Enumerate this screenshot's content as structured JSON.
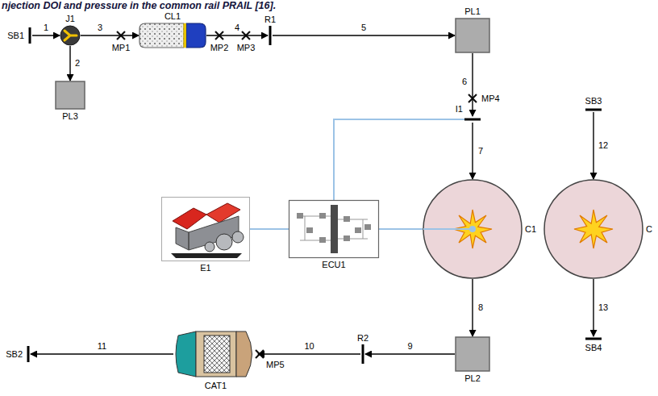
{
  "diagram": {
    "caption": "njection DOI and pressure in the common rail PRAIL [16].",
    "nodes": [
      {
        "text": [
          "SB1"
        ]
      },
      {
        "text": [
          "J1"
        ]
      },
      {
        "text": [
          "PL3"
        ]
      },
      {
        "text": [
          "CL1"
        ]
      },
      {
        "text": [
          "R1"
        ]
      },
      {
        "text": [
          "PL1"
        ]
      },
      {
        "text": [
          "I1"
        ]
      },
      {
        "text": [
          "C1"
        ]
      },
      {
        "text": [
          "C"
        ]
      },
      {
        "text": [
          "SB3"
        ]
      },
      {
        "text": [
          "SB4"
        ]
      },
      {
        "text": [
          "E1"
        ]
      },
      {
        "text": [
          "ECU1"
        ]
      },
      {
        "text": [
          "PL2"
        ]
      },
      {
        "text": [
          "R2"
        ]
      },
      {
        "text": [
          "CAT1"
        ]
      },
      {
        "text": [
          "SB2"
        ]
      }
    ],
    "edges": [
      {
        "from": 0,
        "to": 1,
        "label": "1",
        "arrow": "to"
      },
      {
        "from": 1,
        "to": 2,
        "label": "2",
        "arrow": "to"
      },
      {
        "from": 1,
        "to": 3,
        "label": "3",
        "arrow": "to"
      },
      {
        "from": 3,
        "to": 4,
        "label": "4",
        "arrow": "to"
      },
      {
        "from": 4,
        "to": 5,
        "label": "5",
        "arrow": "to"
      },
      {
        "from": 5,
        "to": 6,
        "label": "6",
        "arrow": "to"
      },
      {
        "from": 6,
        "to": 7,
        "label": "7",
        "arrow": "to"
      },
      {
        "from": 7,
        "to": 13,
        "label": "8",
        "arrow": "to"
      },
      {
        "from": 13,
        "to": 14,
        "label": "9",
        "arrow": "to"
      },
      {
        "from": 14,
        "to": 15,
        "label": "10",
        "arrow": "to"
      },
      {
        "from": 15,
        "to": 16,
        "label": "11",
        "arrow": "to"
      },
      {
        "from": 9,
        "to": 8,
        "label": "12",
        "arrow": "to"
      },
      {
        "from": 8,
        "to": 10,
        "label": "13",
        "arrow": "to"
      },
      {
        "from": 11,
        "to": 12,
        "arrow": "none"
      },
      {
        "from": 12,
        "to": 7,
        "arrow": "none"
      },
      {
        "from": 12,
        "to": 6,
        "arrow": "none"
      }
    ],
    "labels": [
      "MP1",
      "MP2",
      "MP3",
      "MP4",
      "MP5"
    ]
  }
}
